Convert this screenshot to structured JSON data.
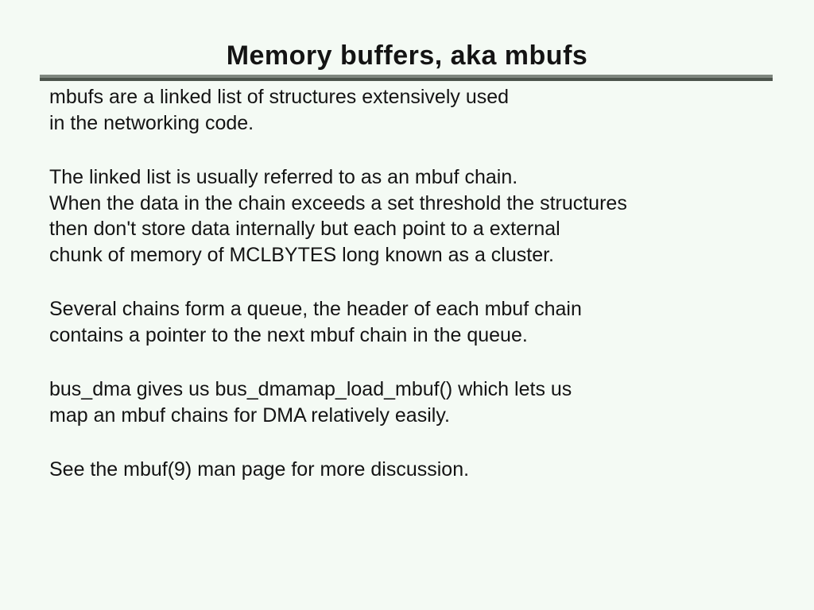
{
  "slide": {
    "title": "Memory buffers, aka mbufs",
    "paragraphs": [
      "mbufs are a linked list of structures extensively used\nin the networking code.",
      "The linked list is usually referred to as an mbuf chain.\nWhen the data in the chain exceeds a set threshold the structures\nthen don't store data internally but each point to a external\nchunk of memory of MCLBYTES long known as a cluster.",
      "Several chains form a queue, the header of each mbuf chain\ncontains a pointer to the next mbuf chain in the queue.",
      "bus_dma gives us bus_dmamap_load_mbuf() which lets us\nmap an mbuf chains for DMA relatively easily.",
      "See the mbuf(9) man page for more discussion."
    ]
  },
  "colors": {
    "background": "#f4faf4",
    "text": "#141414",
    "rule_top": "#7f877f",
    "rule_bottom": "#4c544c"
  }
}
